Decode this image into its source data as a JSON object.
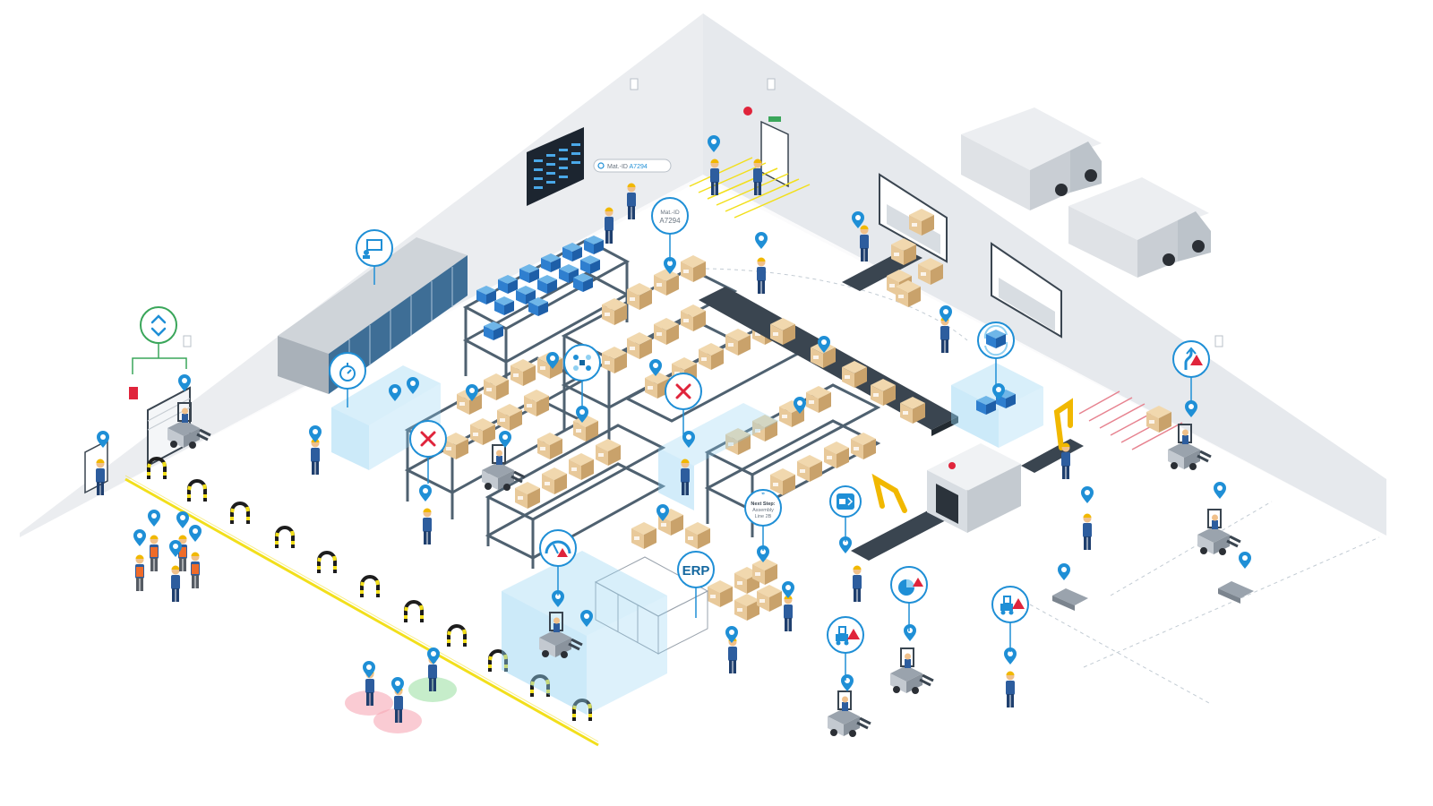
{
  "colors": {
    "wall": "#ebedf0",
    "wall_shadow": "#dcdfe4",
    "floor": "#ffffff",
    "accent": "#1f8fd6",
    "accent_dark": "#14679f",
    "green": "#3aa65a",
    "red": "#e0243b",
    "yellow": "#f2df1b",
    "box": "#e8c99a",
    "box_dark": "#c9a26b",
    "rack": "#4f6170",
    "zone": "#8fd0f2",
    "worker": "#2d5d9e"
  },
  "search_bar": {
    "label": "Mat.-ID",
    "value": "A7294"
  },
  "mat_id_marker": {
    "label": "Mat.-ID",
    "value": "A7294"
  },
  "erp_marker": {
    "label": "ERP"
  },
  "next_step": {
    "quote": "”",
    "line1": "Next Step:",
    "line2": "Assembly",
    "line3": "Line 2B"
  },
  "icons": {
    "wall_screen": "presentation-screen-icon",
    "door_control": "up-down-arrows-icon",
    "timer": "stopwatch-icon",
    "process": "process-network-icon",
    "error_1": "x-mark-icon",
    "error_2": "x-mark-icon",
    "speed_warning": "speedometer-warning-icon",
    "package_cycle": "package-cycle-icon",
    "route_warning": "route-warning-icon",
    "forklift_dock": "forklift-arrow-icon",
    "pie_warning": "pie-warning-icon",
    "forklift_warning_1": "forklift-warning-icon",
    "forklift_warning_2": "forklift-warning-icon"
  }
}
